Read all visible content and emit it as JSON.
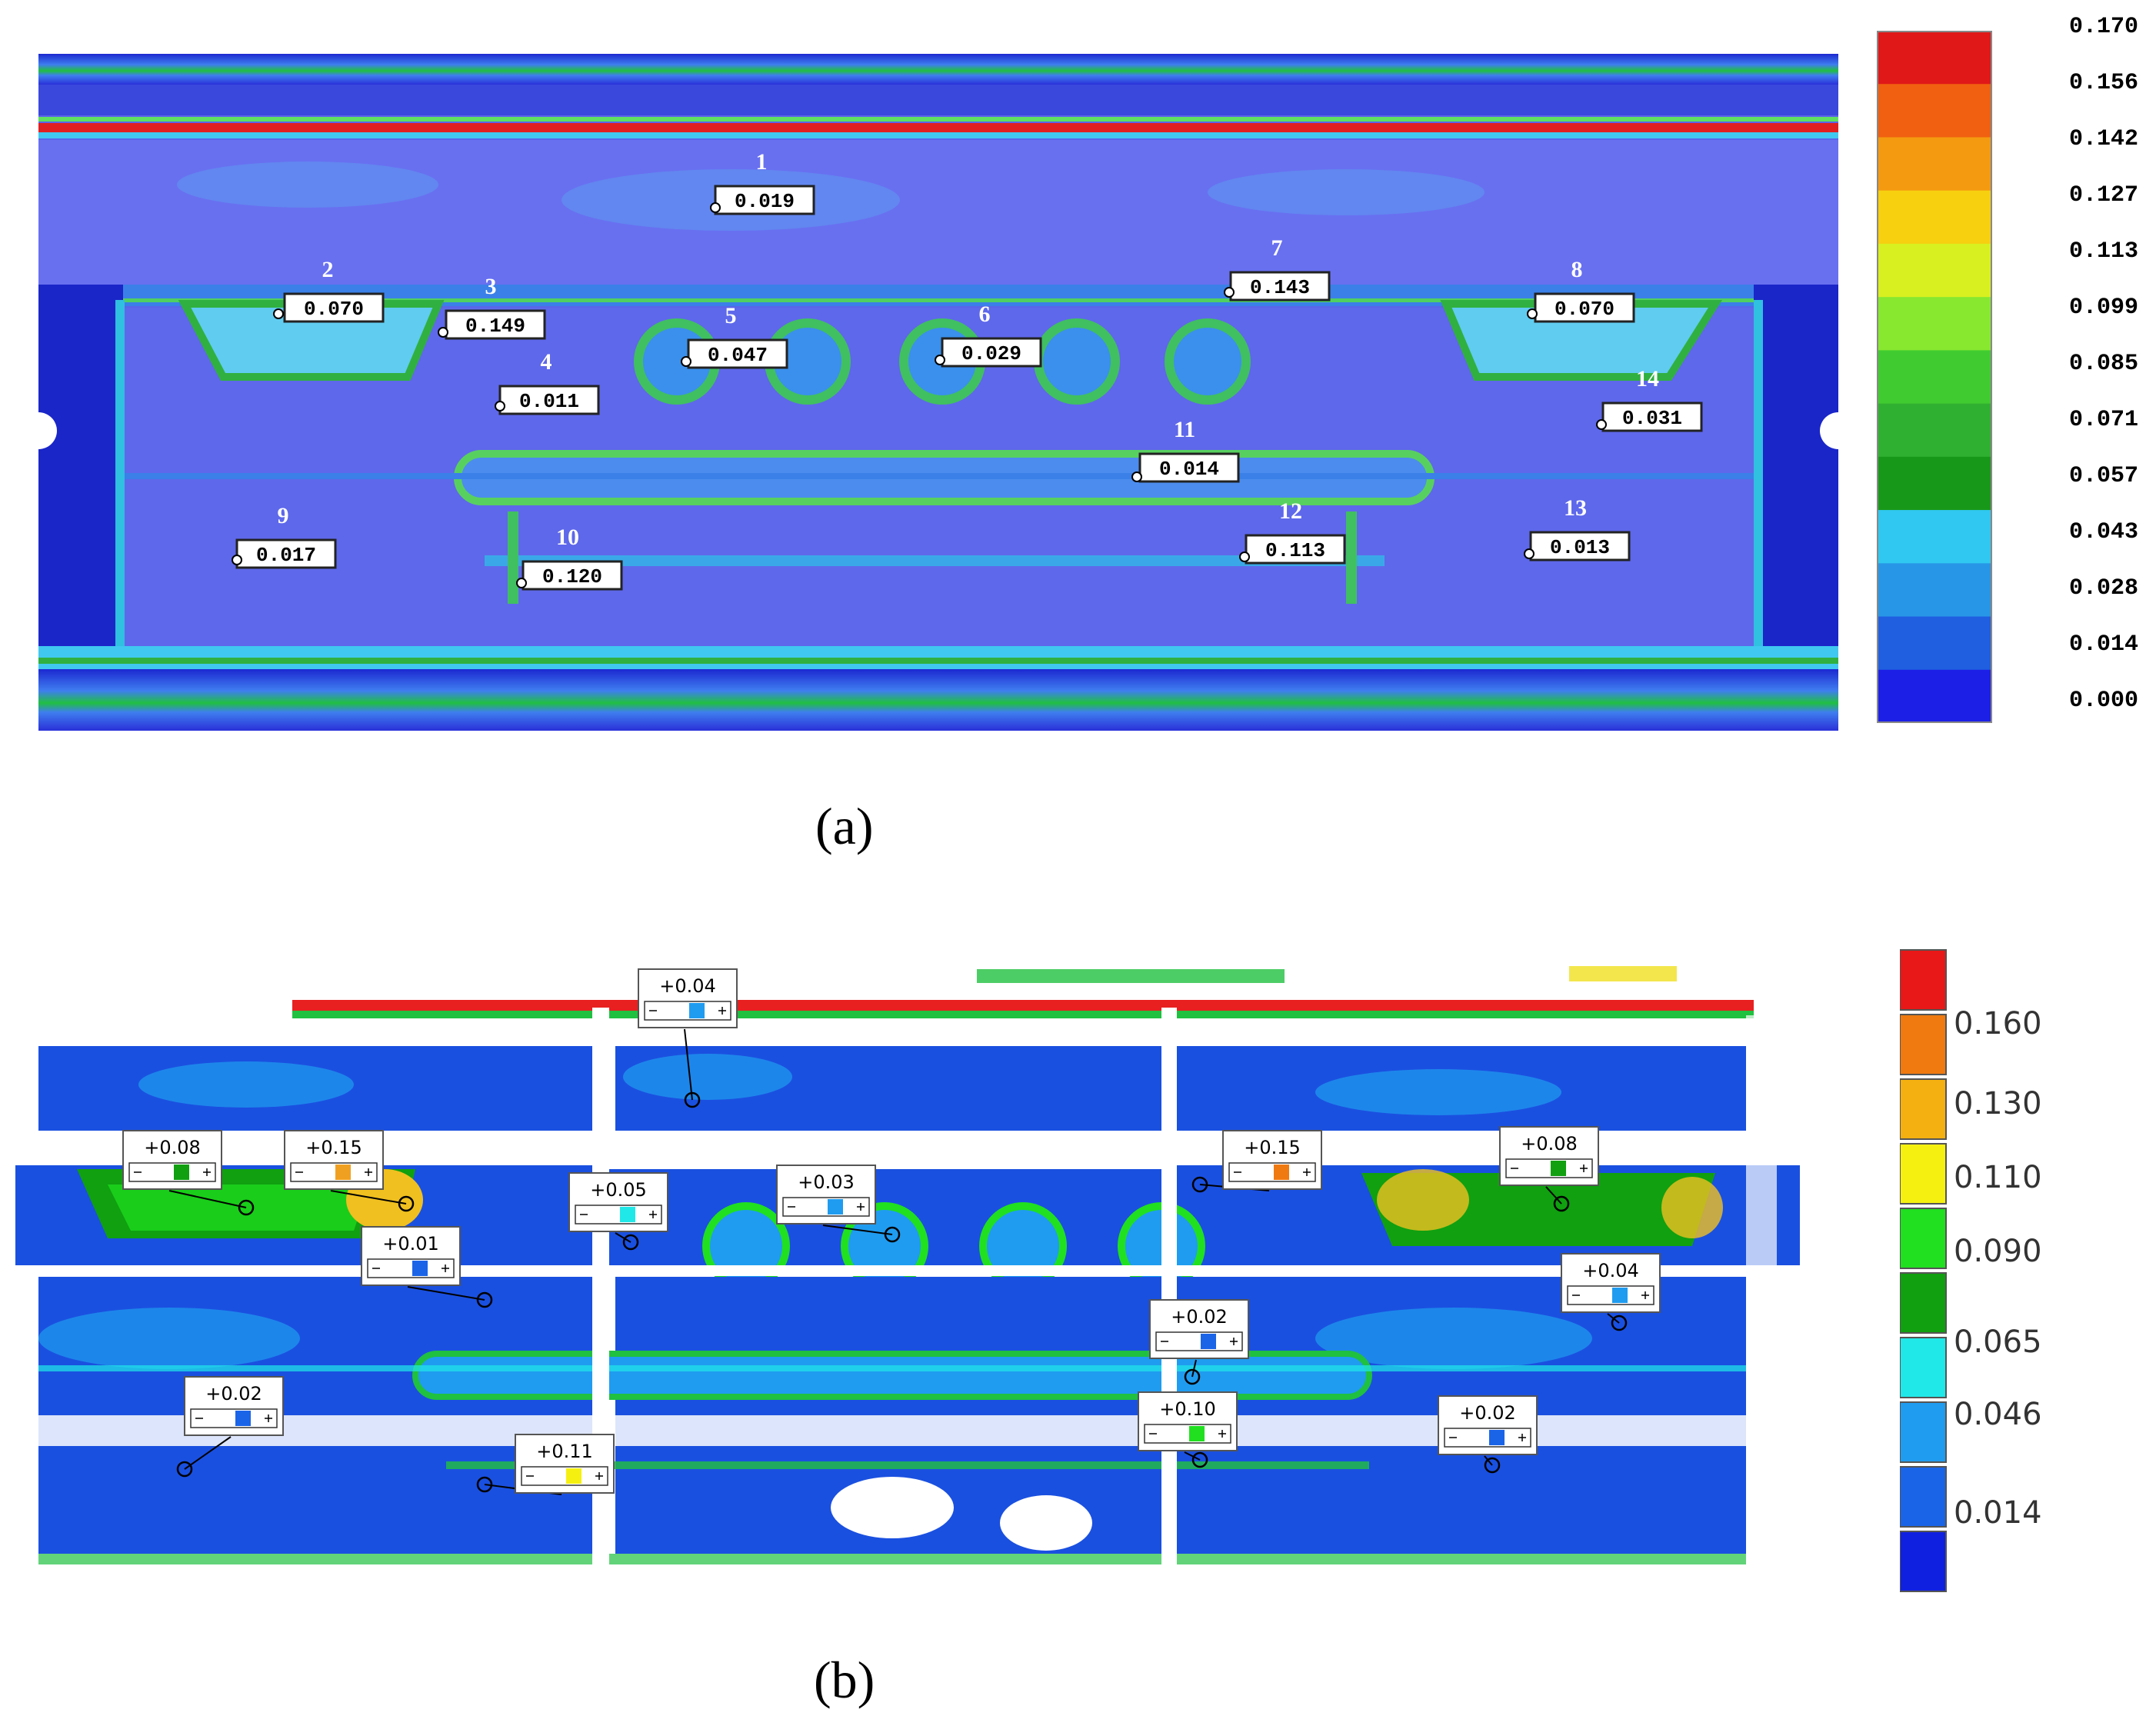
{
  "panel_a": {
    "caption": "(a)",
    "legend_values": [
      "0.170",
      "0.156",
      "0.142",
      "0.127",
      "0.113",
      "0.099",
      "0.085",
      "0.071",
      "0.057",
      "0.043",
      "0.028",
      "0.014",
      "0.000"
    ],
    "legend_colors": [
      "#e01818",
      "#f06010",
      "#f49a10",
      "#f7d010",
      "#d8f020",
      "#88e830",
      "#40cc30",
      "#30b030",
      "#189818",
      "#30c8f0",
      "#2896e6",
      "#1f5fe0",
      "#1c20e6"
    ],
    "points": [
      {
        "id": "1",
        "value": "0.019"
      },
      {
        "id": "2",
        "value": "0.070"
      },
      {
        "id": "3",
        "value": "0.149"
      },
      {
        "id": "4",
        "value": "0.011"
      },
      {
        "id": "5",
        "value": "0.047"
      },
      {
        "id": "6",
        "value": "0.029"
      },
      {
        "id": "7",
        "value": "0.143"
      },
      {
        "id": "8",
        "value": "0.070"
      },
      {
        "id": "9",
        "value": "0.017"
      },
      {
        "id": "10",
        "value": "0.120"
      },
      {
        "id": "11",
        "value": "0.014"
      },
      {
        "id": "12",
        "value": "0.113"
      },
      {
        "id": "13",
        "value": "0.013"
      },
      {
        "id": "14",
        "value": "0.031"
      }
    ]
  },
  "panel_b": {
    "caption": "(b)",
    "legend_values": [
      "0.160",
      "0.130",
      "0.110",
      "0.090",
      "0.065",
      "0.046",
      "0.014"
    ],
    "legend_colors": [
      "#e81818",
      "#f07a10",
      "#f4b010",
      "#f6f010",
      "#20e020",
      "#10a010",
      "#20e8e8",
      "#1f9cf0",
      "#1a64e8",
      "#1020e0"
    ],
    "tags": [
      {
        "value": "+0.04",
        "bar": "#1f9cf0"
      },
      {
        "value": "+0.08",
        "bar": "#10a010"
      },
      {
        "value": "+0.15",
        "bar": "#f0a020"
      },
      {
        "value": "+0.05",
        "bar": "#20e8e8"
      },
      {
        "value": "+0.03",
        "bar": "#1f9cf0"
      },
      {
        "value": "+0.15",
        "bar": "#f07a10"
      },
      {
        "value": "+0.08",
        "bar": "#10a010"
      },
      {
        "value": "+0.01",
        "bar": "#1a64e8"
      },
      {
        "value": "+0.04",
        "bar": "#1f9cf0"
      },
      {
        "value": "+0.02",
        "bar": "#1a64e8"
      },
      {
        "value": "+0.02",
        "bar": "#1a64e8"
      },
      {
        "value": "+0.10",
        "bar": "#20e020"
      },
      {
        "value": "+0.11",
        "bar": "#f6f010"
      },
      {
        "value": "+0.02",
        "bar": "#1a64e8"
      }
    ]
  }
}
